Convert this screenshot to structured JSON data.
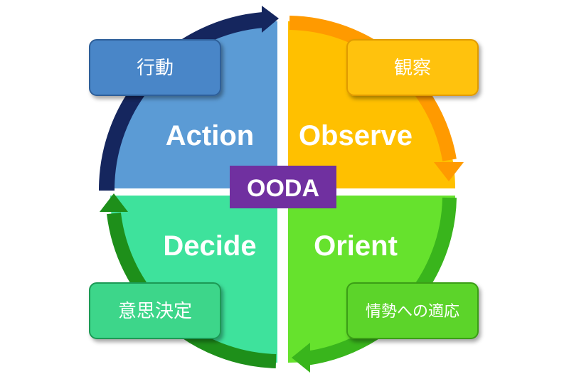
{
  "center": {
    "label": "OODA"
  },
  "quadrants": {
    "action": {
      "title": "Action",
      "subtitle": "行動",
      "fill": "#5B9BD5",
      "box": "#4A86C8",
      "arrow": "#15265E"
    },
    "observe": {
      "title": "Observe",
      "subtitle": "観察",
      "fill": "#FFC000",
      "box": "#FFC20E",
      "arrow": "#FF9A00"
    },
    "orient": {
      "title": "Orient",
      "subtitle": "情勢への適応",
      "fill": "#66E22D",
      "box": "#5CD42A",
      "arrow": "#39B51C"
    },
    "decide": {
      "title": "Decide",
      "subtitle": "意思決定",
      "fill": "#3EE29C",
      "box": "#3DD68A",
      "arrow": "#1E8F1A"
    }
  },
  "colors": {
    "center_box": "#7030A0",
    "background": "#FFFFFF"
  }
}
